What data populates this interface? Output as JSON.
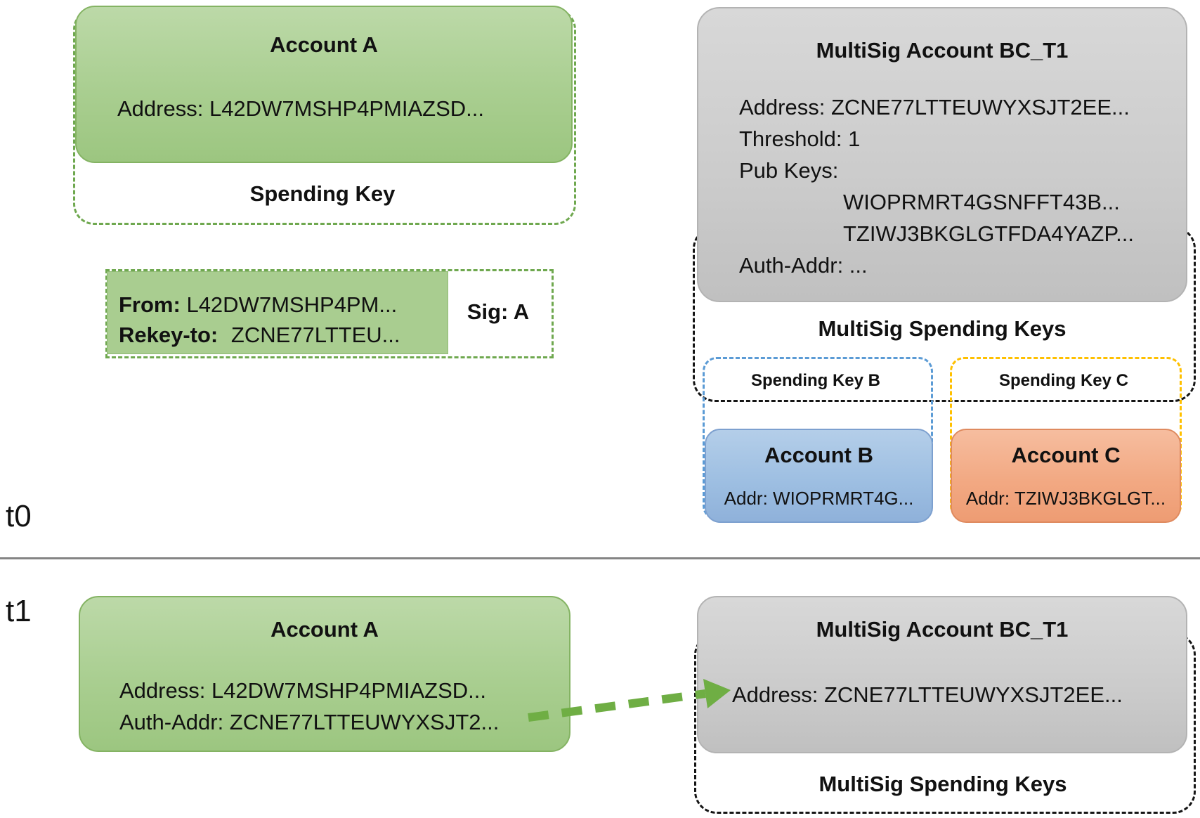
{
  "timeline": {
    "t0_label": "t0",
    "t1_label": "t1"
  },
  "t0": {
    "account_a": {
      "title": "Account A",
      "address": "Address: L42DW7MSHP4PMIAZSD...",
      "spending_key_label": "Spending Key"
    },
    "rekey_transaction": {
      "from_label": "From:",
      "from_value": "L42DW7MSHP4PM...",
      "rekey_label": "Rekey-to:",
      "rekey_value": "ZCNE77LTTEU...",
      "sig_label": "Sig: A"
    },
    "multisig": {
      "title": "MultiSig Account BC_T1",
      "address": "Address: ZCNE77LTTEUWYXSJT2EE...",
      "threshold": "Threshold: 1",
      "pub_keys_label": "Pub Keys:",
      "pub_keys": [
        "WIOPRMRT4GSNFFT43B...",
        "TZIWJ3BKGLGTFDA4YAZP..."
      ],
      "auth_addr": "Auth-Addr: ...",
      "spending_keys_title": "MultiSig Spending Keys",
      "spending_key_b_label": "Spending Key B",
      "spending_key_c_label": "Spending Key C",
      "account_b": {
        "title": "Account B",
        "addr": "Addr: WIOPRMRT4G..."
      },
      "account_c": {
        "title": "Account C",
        "addr": "Addr: TZIWJ3BKGLGT..."
      }
    }
  },
  "t1": {
    "account_a": {
      "title": "Account A",
      "address": "Address: L42DW7MSHP4PMIAZSD...",
      "auth_addr": "Auth-Addr: ZCNE77LTTEUWYXSJT2..."
    },
    "multisig": {
      "title": "MultiSig Account BC_T1",
      "address": "Address: ZCNE77LTTEUWYXSJT2EE...",
      "spending_keys_title": "MultiSig Spending Keys"
    }
  },
  "colors": {
    "account_green_fill": "#a9ce90",
    "multisig_gray_fill": "#cbcbcb",
    "account_b_blue_fill": "#9ebfe2",
    "account_c_orange_fill": "#f2a983",
    "dashed_green": "#6fa84f",
    "dashed_blue": "#5b9bd5",
    "dashed_yellow": "#ffc000",
    "dashed_black": "#151515",
    "arrow_green": "#6fae44",
    "separator_gray": "#848484"
  }
}
